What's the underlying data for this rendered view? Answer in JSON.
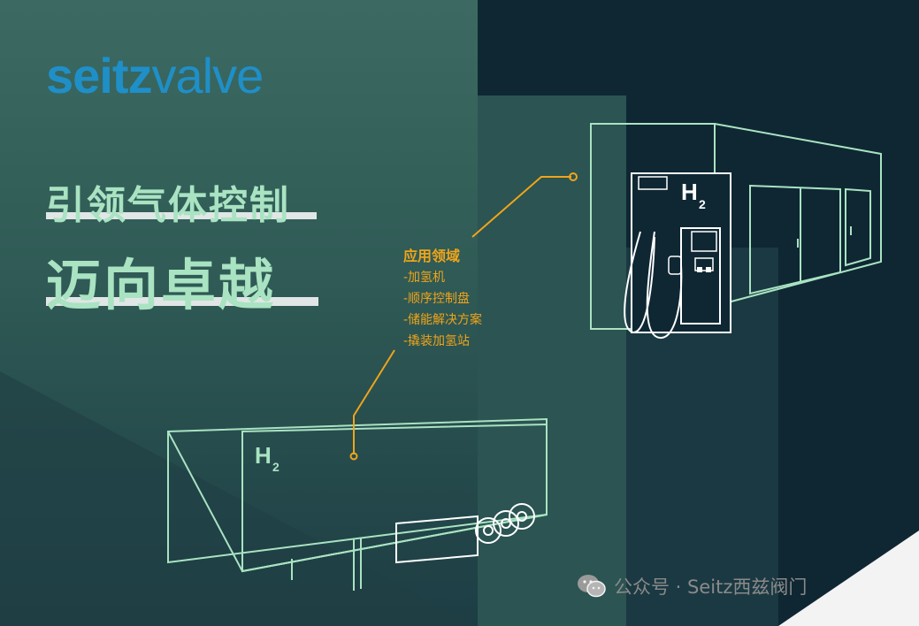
{
  "brand": {
    "logo_bold": "seitz",
    "logo_thin": "valve",
    "colors": {
      "logo_blue": "#1f8fc8",
      "logo_accent": "#d6e52a"
    }
  },
  "headline": {
    "line1": "引领气体控制",
    "line2": "迈向卓越",
    "color": "#a9e3c2"
  },
  "callout": {
    "title": "应用领域",
    "items": [
      "-加氢机",
      "-顺序控制盘",
      "-储能解决方案",
      "-撬装加氢站"
    ],
    "color": "#f0a41a"
  },
  "illustration": {
    "dispenser_label": "H2",
    "trailer_label": "H2",
    "line_color": "#a9e3c2"
  },
  "watermark": {
    "icon": "wechat-icon",
    "text": "公众号 · Seitz西兹阀门"
  }
}
